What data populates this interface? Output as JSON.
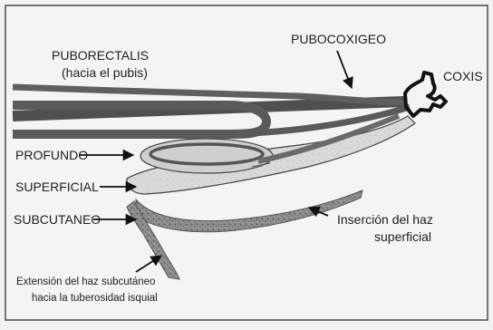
{
  "labels": {
    "puborectalis": "PUBORECTALIS",
    "puborectalis_sub": "(hacia el pubis)",
    "pubocoxigeo": "PUBOCOXIGEO",
    "coxis": "COXIS",
    "profundo": "PROFUNDO",
    "superficial": "SUPERFICIAL",
    "subcutaneo": "SUBCUTANEO",
    "insercion_line1": "Inserción del  haz",
    "insercion_line2": "superficial",
    "extension_line1": "Extensión del  haz subcutáneo",
    "extension_line2": "hacia la tuberosidad  isquial"
  },
  "colors": {
    "background": "#f2f2f2",
    "border": "#4a4a4a",
    "muscle_dark": "#5c5c5c",
    "muscle_light": "#d6d6d6",
    "subcutaneous": "#8a8a8a",
    "coccyx": "#111111",
    "text": "#1e1e1e"
  },
  "icons": {
    "arrow": "filled-arrowhead",
    "coccyx": "black-jagged-bone-outline"
  }
}
